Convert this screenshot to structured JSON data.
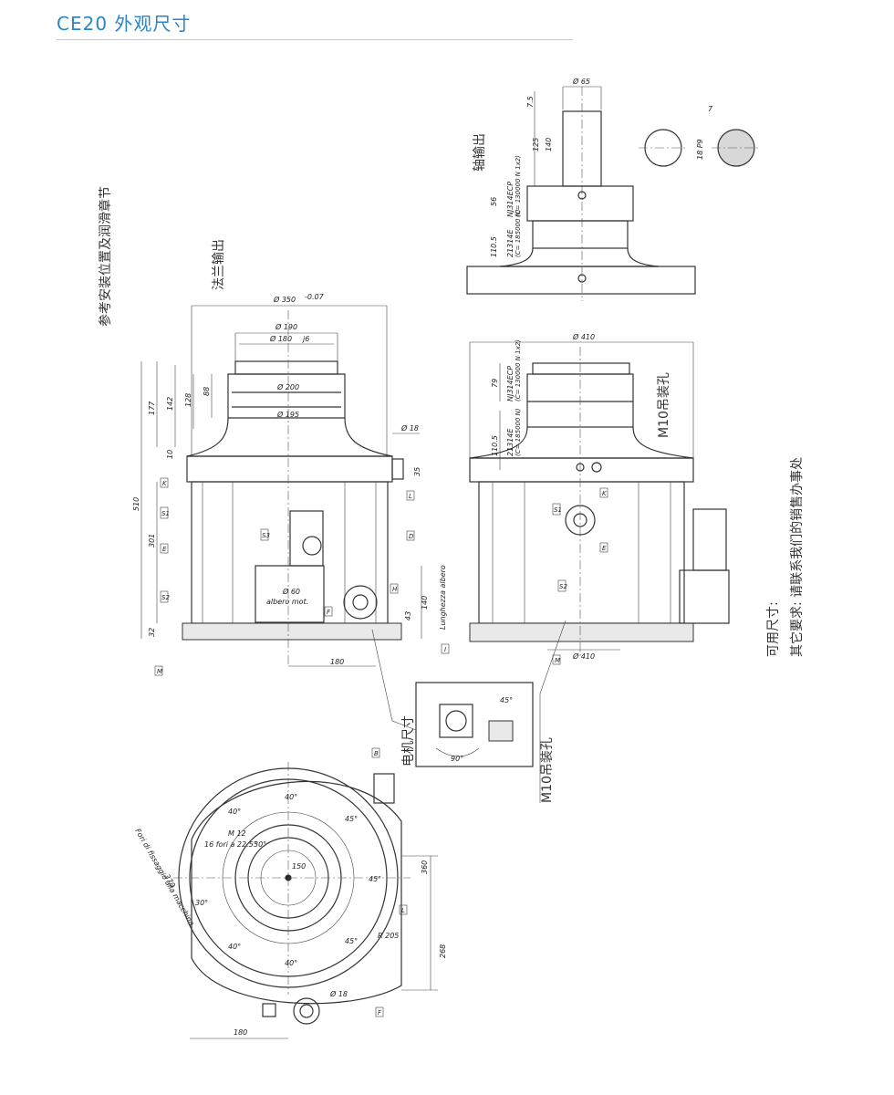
{
  "header": {
    "title": "CE20 外观尺寸"
  },
  "notes": {
    "ref_install": "参考安装位置及润滑章节",
    "flange_output": "法兰输出",
    "shaft_output": "轴输出",
    "hoist_hole_right": "M10吊装孔",
    "hoist_hole_bottom": "M10吊装孔",
    "motor_size": "电机尺寸",
    "available_size": "可用尺寸:",
    "other_requirements": "其它要求: 请联系我们的销售办事处"
  },
  "dimensions": {
    "d350": "Ø 350",
    "d350_tol": "-0.07",
    "d190": "Ø 190",
    "d180_j6": "Ø 180",
    "j6": "j6",
    "d200": "Ø 200",
    "d195": "Ø 195",
    "h177": "177",
    "h142": "142",
    "h128": "128",
    "h88": "88",
    "h10": "10",
    "h510": "510",
    "h301": "301",
    "h32": "32",
    "h35": "35",
    "d18_top": "Ø 18",
    "h140": "140",
    "h43": "43",
    "w180_front": "180",
    "d60": "Ø 60",
    "albero_mot": "albero mot.",
    "lunghezza_albero": "Lunghezza albero",
    "d410_top": "Ø 410",
    "d410_bottom": "Ø 410",
    "h79": "79",
    "h110_5_right": "110.5",
    "nj314_right": "NJ314ECP",
    "nj314_right_sub": "(C= 130000 N 1x2)",
    "b21314_right": "21314E",
    "b21314_right_sub": "(C= 185000 N)",
    "d65": "Ø 65",
    "h7_5": "7.5",
    "h140_shaft": "140",
    "h125": "125",
    "h56": "56",
    "h110_5_shaft": "110.5",
    "nj314_shaft": "NJ314ECP",
    "nj314_shaft_sub": "(C= 130000 N 1x2)",
    "b21314_shaft": "21314E",
    "b21314_shaft_sub": "(C= 185000 N)",
    "key7": "7",
    "key18p9": "18 P9",
    "h360": "360",
    "h268": "268",
    "d150": "150",
    "m12": "M 12",
    "holes16": "16 fori a 22.5°",
    "r205": "R 205",
    "d18_bottom": "Ø 18",
    "w180_bottom": "180",
    "d370": "370",
    "fori_fissaggio": "Fori di fissaggio alla macchina",
    "a40_1": "40°",
    "a40_2": "40°",
    "a40_3": "40°",
    "a40_4": "40°",
    "a45_1": "45°",
    "a45_2": "45°",
    "a45_3": "45°",
    "a30_1": "30°",
    "a30_2": "30°",
    "a90": "90°",
    "a45_motor": "45°"
  },
  "tags": {
    "K": "K",
    "S1": "S1",
    "E": "E",
    "S2": "S2",
    "S3": "S3",
    "D": "D",
    "L": "L",
    "H": "H",
    "F": "F",
    "M": "M",
    "I": "I",
    "B": "B"
  }
}
